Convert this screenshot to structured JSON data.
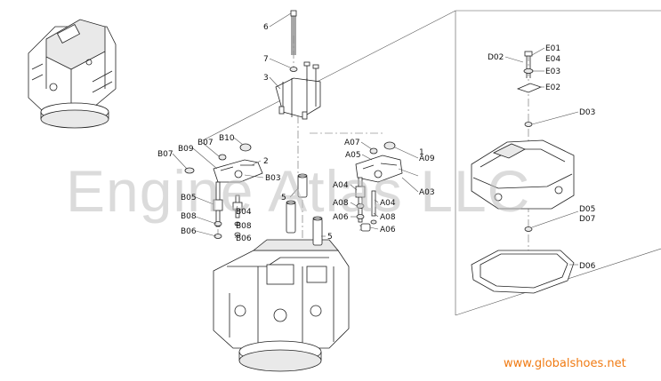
{
  "watermark": "Engine Atlas LLC",
  "site_mark": "www.globalshoes.net",
  "callouts": {
    "c6": "6",
    "c7": "7",
    "c3": "3",
    "c2": "2",
    "c1": "1",
    "c5a": "5",
    "c5b": "5",
    "B10": "B10",
    "B07a": "B07",
    "B09": "B09",
    "B07b": "B07",
    "B03": "B03",
    "B05": "B05",
    "B04": "B04",
    "B08a": "B08",
    "B08b": "B08",
    "B06a": "B06",
    "B06b": "B06",
    "A07": "A07",
    "A05": "A05",
    "A09": "A09",
    "A04a": "A04",
    "A04b": "A04",
    "A03": "A03",
    "A08a": "A08",
    "A08b": "A08",
    "A06a": "A06",
    "A06b": "A06",
    "D02": "D02",
    "E01": "E01",
    "E04": "E04",
    "E03": "E03",
    "E02": "E02",
    "D03": "D03",
    "D05": "D05",
    "D07": "D07",
    "D06": "D06"
  }
}
